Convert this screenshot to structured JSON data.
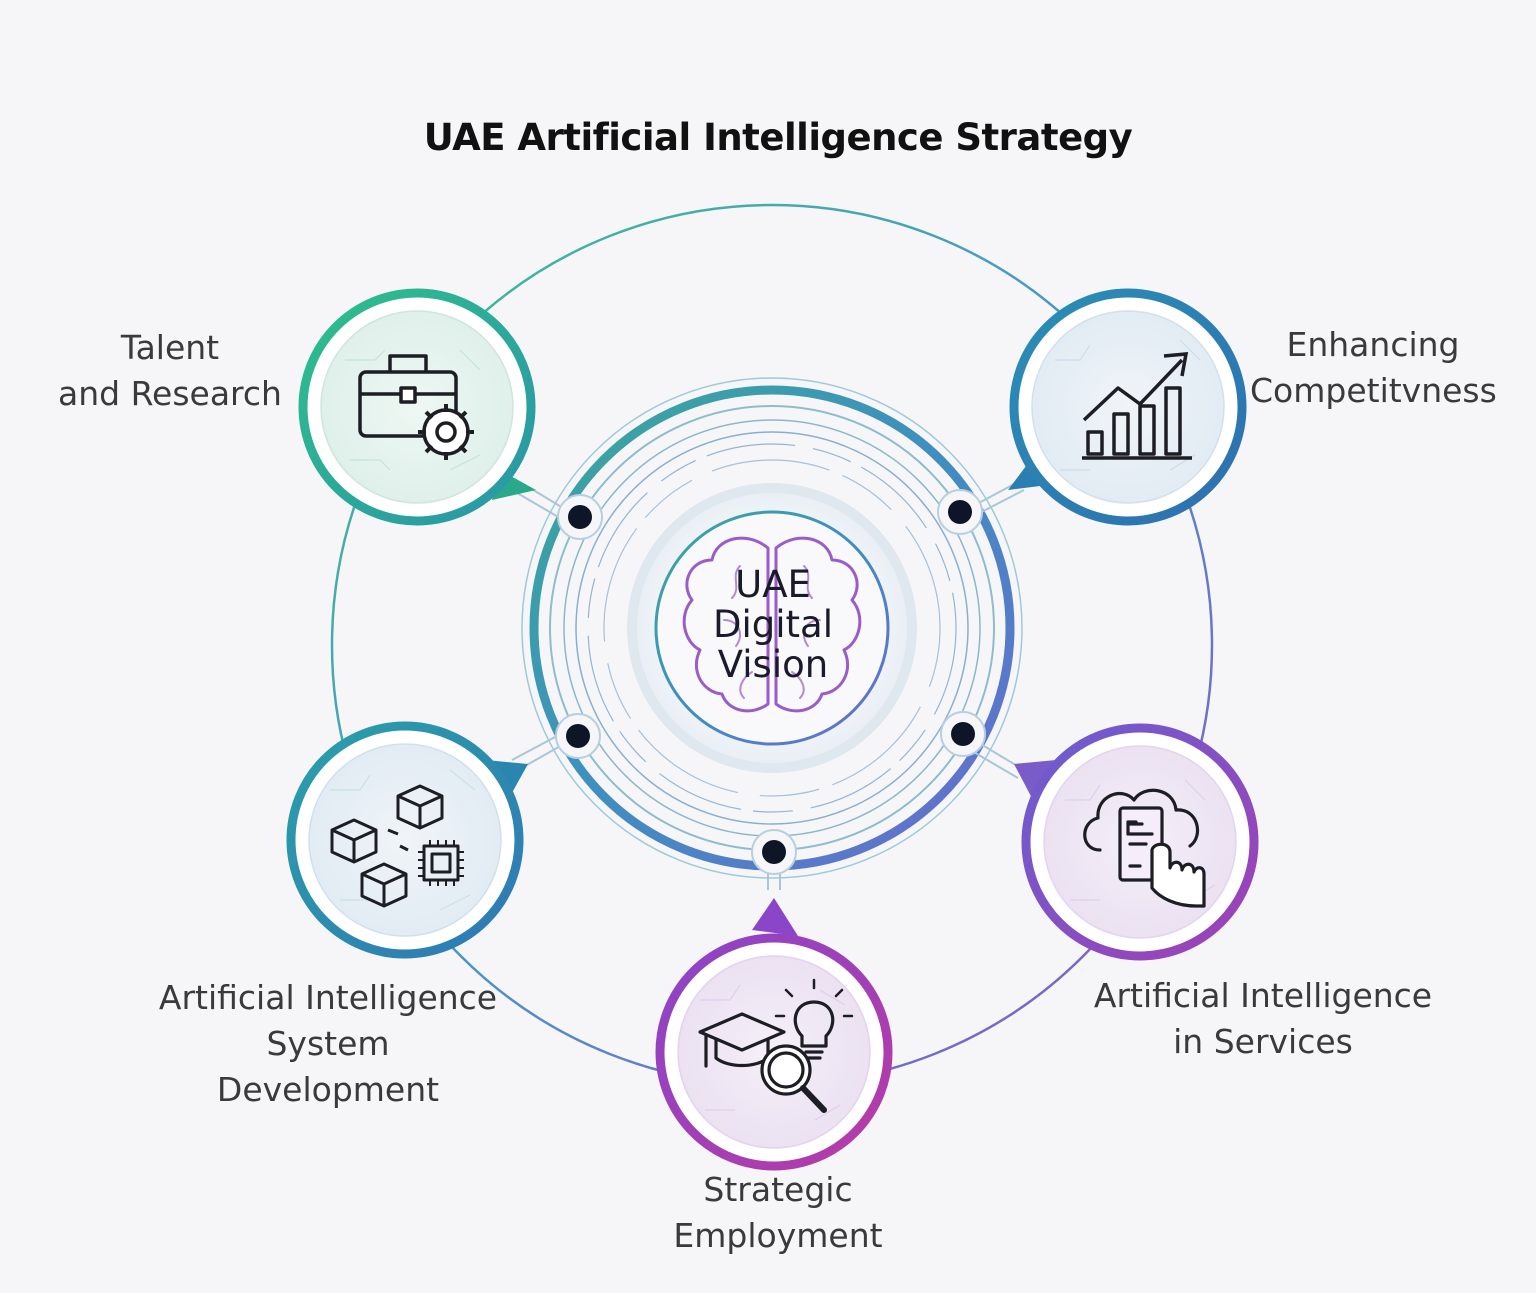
{
  "title": "UAE Artificial Intelligence Strategy",
  "center": {
    "lines": [
      "UAE",
      "Digital",
      "Vision"
    ],
    "icon": "brain-icon"
  },
  "nodes": [
    {
      "id": "talent",
      "icon": "briefcase-gear-icon",
      "color": "#2aa88a",
      "lines": [
        "Talent",
        "and Research"
      ]
    },
    {
      "id": "competitiveness",
      "icon": "growth-chart-icon",
      "color": "#2a7fb0",
      "lines": [
        "Enhancing",
        "Competitvness"
      ]
    },
    {
      "id": "system-development",
      "icon": "blocks-chip-icon",
      "color": "#2a86b0",
      "lines": [
        "Artificial Intelligence",
        "System",
        "Development"
      ]
    },
    {
      "id": "services",
      "icon": "cloud-document-hand-icon",
      "color": "#8a4cc0",
      "lines": [
        "Artificial Intelligence",
        "in Services"
      ]
    },
    {
      "id": "employment",
      "icon": "graduation-search-bulb-icon",
      "color": "#9a3cb0",
      "lines": [
        "Strategic",
        "Employment"
      ]
    }
  ],
  "colors": {
    "green": "#2fae86",
    "blue": "#2e7fb5",
    "purple": "#8a4cc0",
    "magenta": "#a03fb2",
    "dot": "#0d1526"
  }
}
